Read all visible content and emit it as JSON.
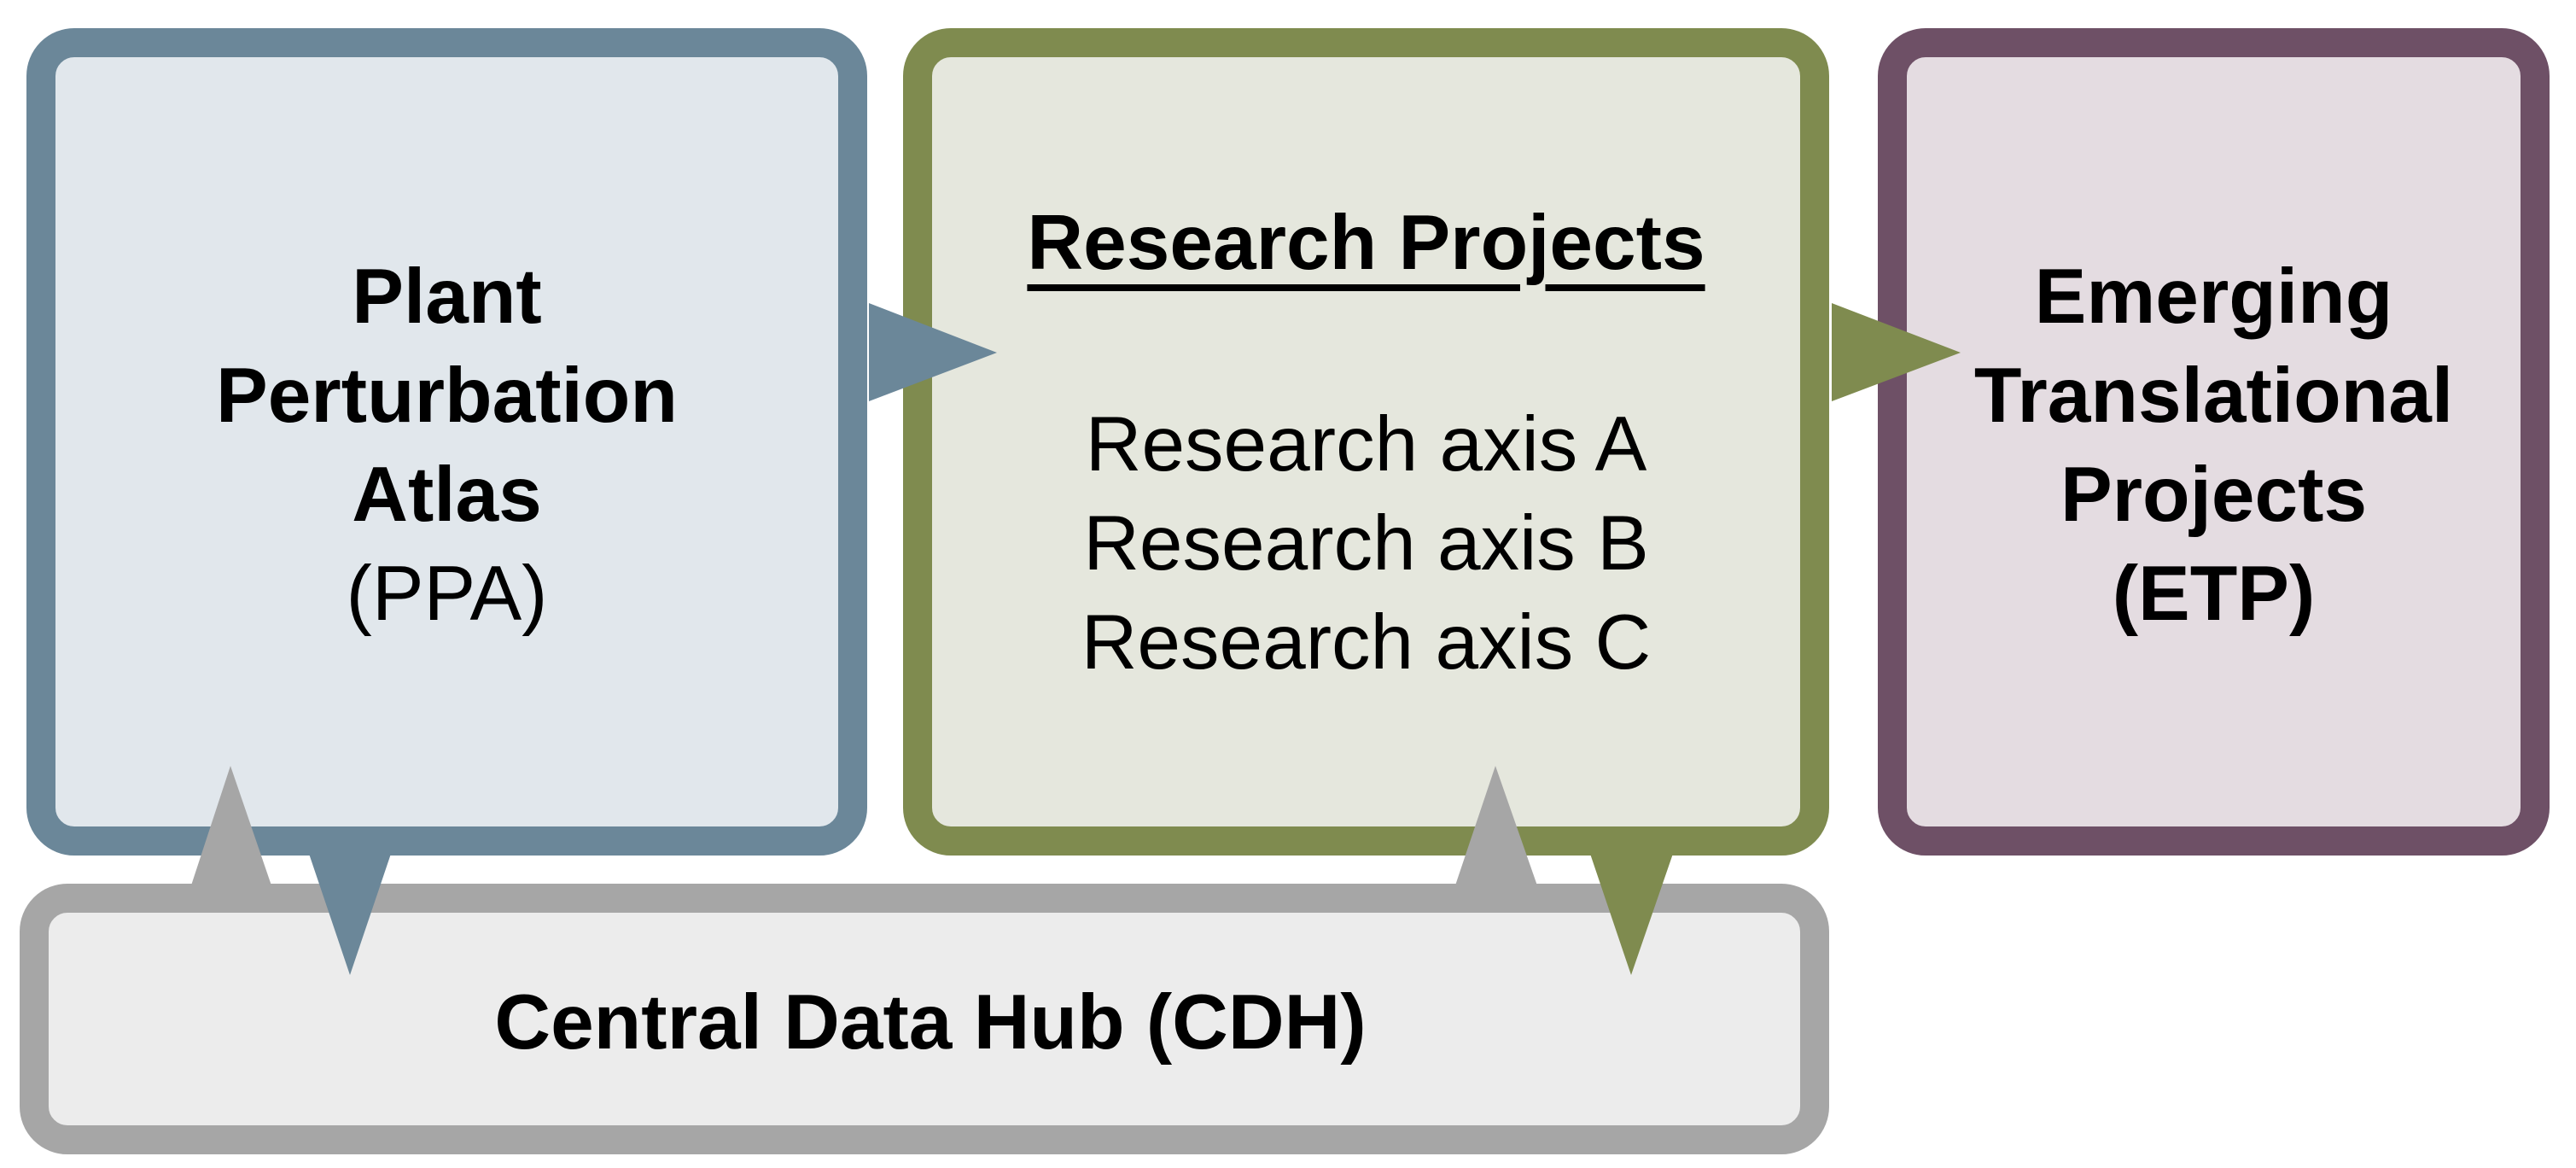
{
  "colors": {
    "ppa_border": "#6b8799",
    "ppa_fill": "#e1e7ec",
    "rp_border": "#7f8b4f",
    "rp_fill": "#e5e7dd",
    "etp_border": "#6e5066",
    "etp_fill": "#e4dce1",
    "cdh_border": "#a6a6a6",
    "cdh_fill": "#ececec"
  },
  "ppa": {
    "line1": "Plant",
    "line2": "Perturbation",
    "line3": "Atlas",
    "line4": "(PPA)"
  },
  "research_projects": {
    "title": "Research Projects",
    "axes": [
      "Research axis A",
      "Research axis B",
      "Research axis C"
    ]
  },
  "etp": {
    "line1": "Emerging",
    "line2": "Translational",
    "line3": "Projects",
    "line4": "(ETP)"
  },
  "cdh": {
    "label": "Central Data Hub (CDH)"
  }
}
